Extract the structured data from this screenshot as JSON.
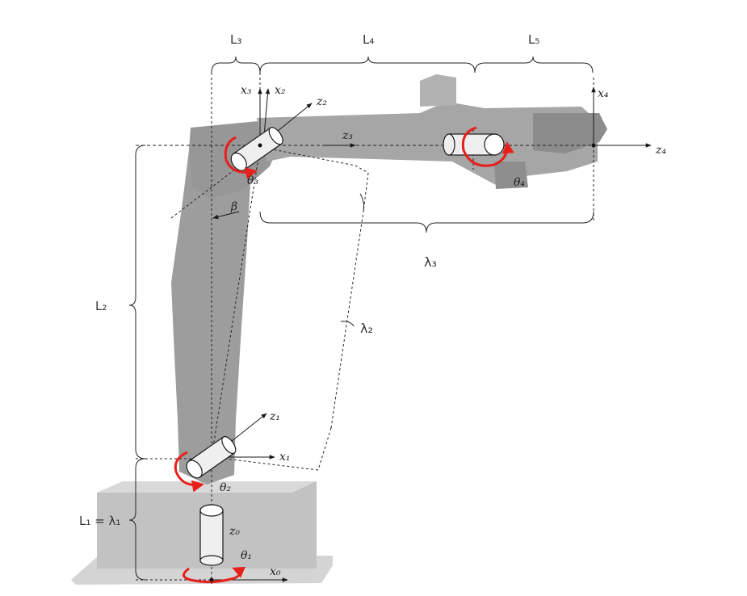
{
  "labels": {
    "L1_eq": "L₁ = λ₁",
    "L2": "L₂",
    "L3": "L₃",
    "L4": "L₄",
    "L5": "L₅",
    "lambda2": "λ₂",
    "lambda3": "λ₃"
  },
  "axes": {
    "z0": "z₀",
    "x0": "x₀",
    "z1": "z₁",
    "x1": "x₁",
    "z2": "z₂",
    "x2": "x₂",
    "z3": "z₃",
    "x3": "x₃",
    "z4": "z₄",
    "x4": "x₄"
  },
  "angles": {
    "theta1": "θ₁",
    "theta2": "θ₂",
    "theta3": "θ₃",
    "theta4": "θ₄",
    "beta": "β"
  },
  "colors": {
    "robot_fill": "#9a9a9a",
    "base_fill": "#c9c9c9",
    "rotation": "#e8201c",
    "line": "#1a1a1a"
  }
}
